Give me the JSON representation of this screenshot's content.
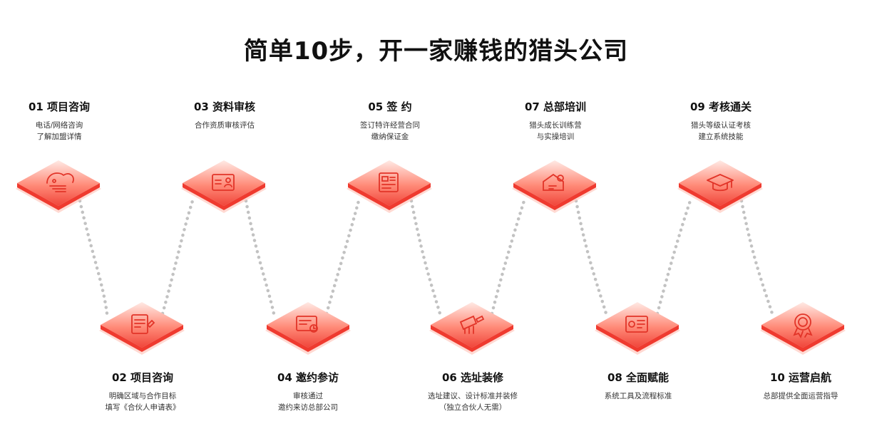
{
  "title": "简单10步，开一家赚钱的猎头公司",
  "colors": {
    "accent": "#f0453a",
    "accent_light": "#ffe0da",
    "connector": "#c2c2c2"
  },
  "steps": [
    {
      "title": "01 项目咨询",
      "desc": "电话/网络咨询\n了解加盟详情",
      "icon": "handshake-icon"
    },
    {
      "title": "02 项目咨询",
      "desc": "明确区域与合作目标\n填写《合伙人申请表》",
      "icon": "application-form-icon"
    },
    {
      "title": "03 资料审核",
      "desc": "合作资质审核评估",
      "icon": "id-card-icon"
    },
    {
      "title": "04 邀约参访",
      "desc": "审核通过\n邀约来访总部公司",
      "icon": "invitation-icon"
    },
    {
      "title": "05 签 约",
      "desc": "签订特许经营合同\n缴纳保证金",
      "icon": "contract-icon"
    },
    {
      "title": "06 选址装修",
      "desc": "选址建议、设计标准并装修\n（独立合伙人无需）",
      "icon": "renovation-icon"
    },
    {
      "title": "07 总部培训",
      "desc": "猎头成长训练营\n与实操培训",
      "icon": "training-icon"
    },
    {
      "title": "08 全面赋能",
      "desc": "系统工具及流程标准",
      "icon": "empower-icon"
    },
    {
      "title": "09 考核通关",
      "desc": "猎头等级认证考核\n建立系统技能",
      "icon": "graduation-cap-icon"
    },
    {
      "title": "10 运营启航",
      "desc": "总部提供全面运营指导",
      "icon": "medal-icon"
    }
  ]
}
